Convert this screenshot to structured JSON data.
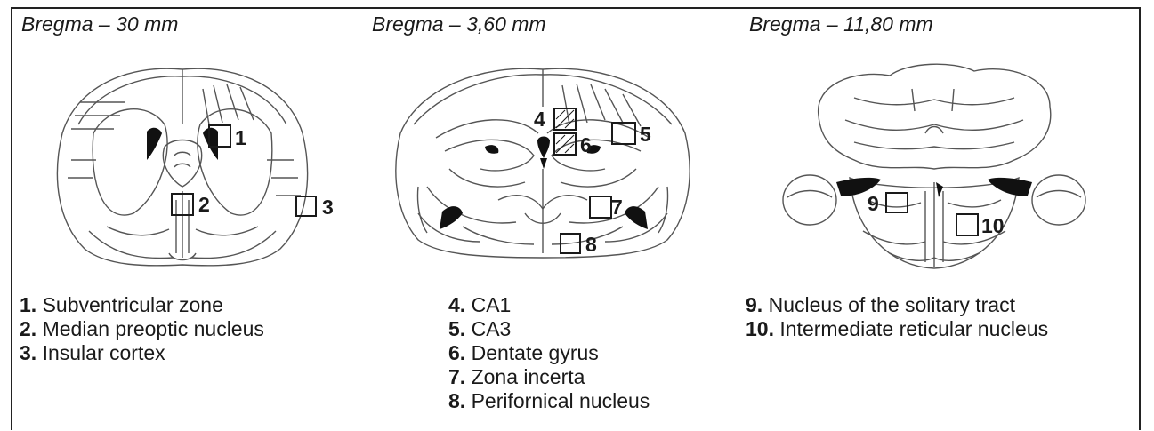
{
  "sections": [
    {
      "heading": "Bregma – 30 mm",
      "regions": [
        {
          "number": "1",
          "marker": "1",
          "name": "Subventricular zone"
        },
        {
          "number": "2",
          "marker": "2",
          "name": "Median preoptic nucleus"
        },
        {
          "number": "3",
          "marker": "3",
          "name": "Insular cortex"
        }
      ]
    },
    {
      "heading": "Bregma – 3,60 mm",
      "regions": [
        {
          "number": "4",
          "marker": "4",
          "name": "CA1"
        },
        {
          "number": "5",
          "marker": "5",
          "name": "CA3"
        },
        {
          "number": "6",
          "marker": "6",
          "name": "Dentate gyrus"
        },
        {
          "number": "7",
          "marker": "7",
          "name": "Zona incerta"
        },
        {
          "number": "8",
          "marker": "8",
          "name": "Perifornical nucleus"
        }
      ]
    },
    {
      "heading": "Bregma – 11,80 mm",
      "regions": [
        {
          "number": "9",
          "marker": "9",
          "name": "Nucleus of the solitary tract"
        },
        {
          "number": "10",
          "marker": "10",
          "name": "Intermediate reticular nucleus"
        }
      ]
    }
  ],
  "colors": {
    "line": "#555555",
    "fill": "#111111",
    "box": "#1a1a1a"
  }
}
